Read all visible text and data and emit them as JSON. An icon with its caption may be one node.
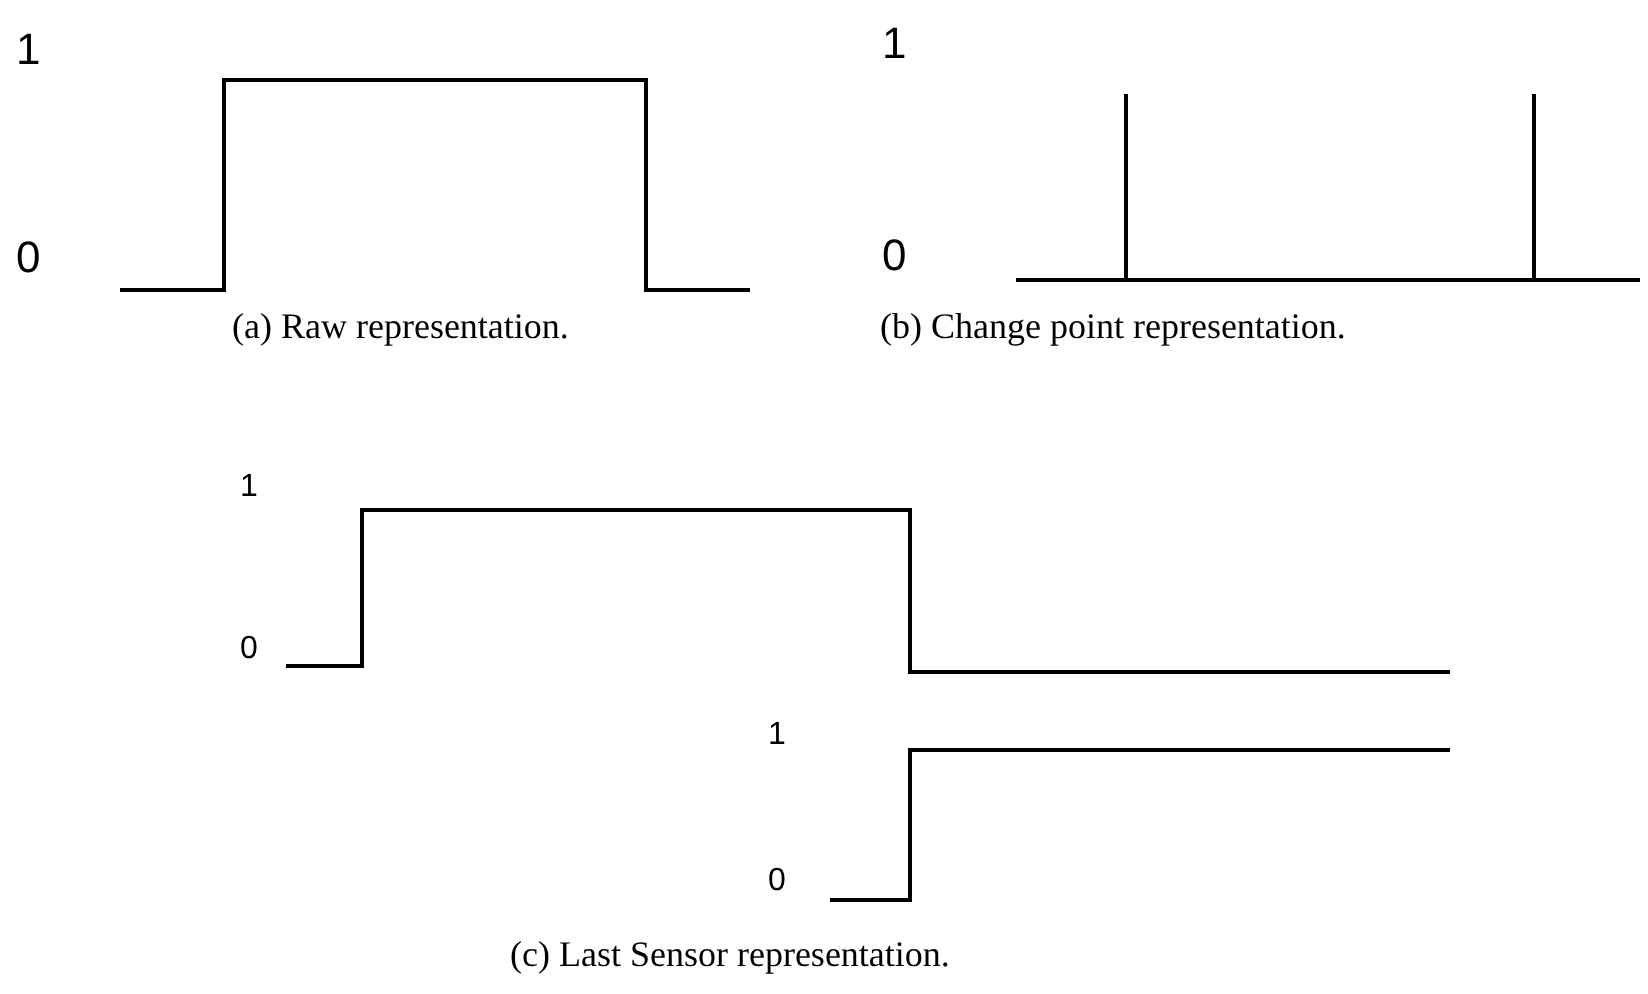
{
  "diagram": {
    "labels": [
      "1",
      "0",
      "(a) Raw representation.",
      "1",
      "0",
      "(b) Change point representation.",
      "1",
      "0",
      "1",
      "0",
      "(c) Last Sensor representation."
    ]
  }
}
